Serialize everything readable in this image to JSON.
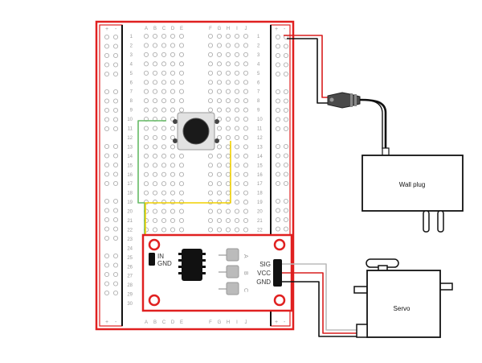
{
  "breadboard": {
    "columns_left": [
      "A",
      "B",
      "C",
      "D",
      "E"
    ],
    "columns_right": [
      "F",
      "G",
      "H",
      "I",
      "J"
    ],
    "rows": [
      "1",
      "2",
      "3",
      "4",
      "5",
      "6",
      "7",
      "8",
      "9",
      "10",
      "11",
      "12",
      "13",
      "14",
      "15",
      "16",
      "17",
      "18",
      "19",
      "20",
      "21",
      "22",
      "23",
      "24",
      "25",
      "26",
      "27",
      "28",
      "29",
      "30"
    ],
    "rail_plus": "+",
    "rail_minus": "-"
  },
  "module": {
    "input_labels": [
      "IN",
      "GND"
    ],
    "output_labels": [
      "SIG",
      "VCC",
      "GND"
    ],
    "channel_labels": [
      "A",
      "B",
      "C"
    ]
  },
  "wall_plug": {
    "label": "Wall plug"
  },
  "servo": {
    "label": "Servo"
  },
  "colors": {
    "board_outline": "#e02020",
    "wire_red": "#d81e1e",
    "wire_black": "#111111",
    "wire_yellow": "#f0d000",
    "wire_green": "#66bb66",
    "wire_gray": "#bbbbbb",
    "hole": "#b0b0b0",
    "grid_label": "#999999"
  }
}
